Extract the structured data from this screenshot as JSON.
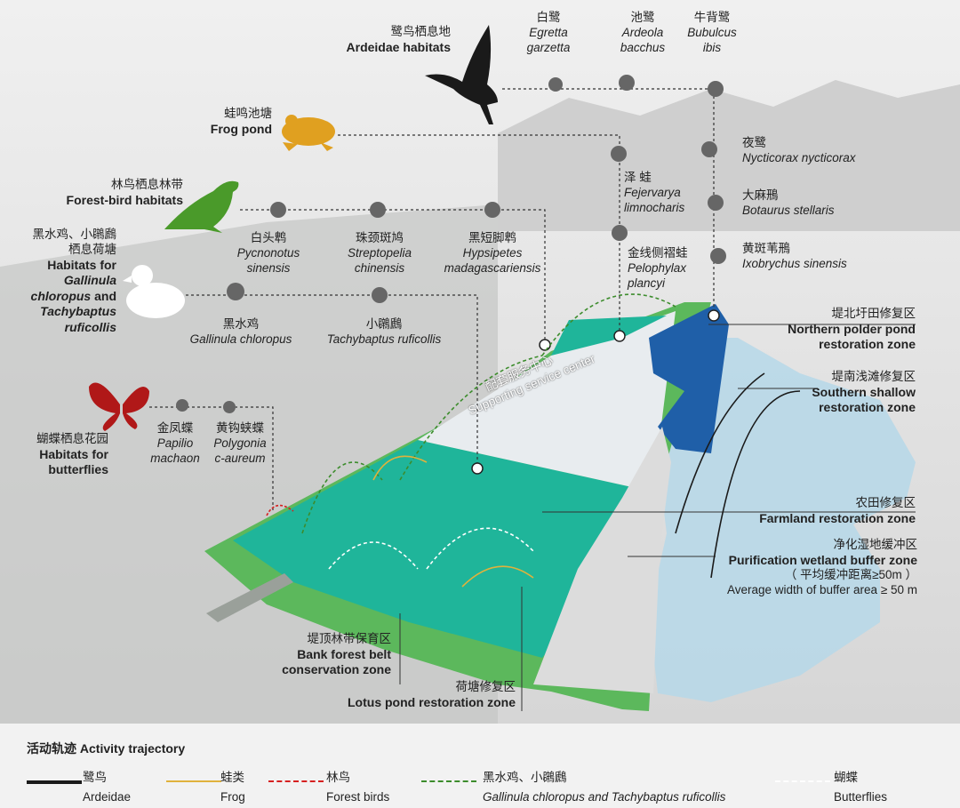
{
  "habitats": {
    "ardeidae": {
      "cn": "鹭鸟栖息地",
      "en": "Ardeidae habitats"
    },
    "frog": {
      "cn": "蛙鸣池塘",
      "en": "Frog pond"
    },
    "forest_bird": {
      "cn": "林鸟栖息林带",
      "en": "Forest-bird habitats"
    },
    "gallinula": {
      "cn": "黑水鸡、小鸊鷉",
      "cn2": "栖息荷塘",
      "en1": "Habitats for",
      "en2": "Gallinula",
      "en3": "chloropus",
      "en4": "and",
      "en5": "Tachybaptus",
      "en6": "ruficollis"
    },
    "butterfly": {
      "cn": "蝴蝶栖息花园",
      "en1": "Habitats for",
      "en2": "butterflies"
    }
  },
  "species": {
    "egretta": {
      "cn": "白鹭",
      "l1": "Egretta",
      "l2": "garzetta"
    },
    "ardeola": {
      "cn": "池鹭",
      "l1": "Ardeola",
      "l2": "bacchus"
    },
    "bubulcus": {
      "cn": "牛背鹭",
      "l1": "Bubulcus",
      "l2": "ibis"
    },
    "nycticorax": {
      "cn": "夜鹭",
      "l1": "Nycticorax nycticorax"
    },
    "botaurus": {
      "cn": "大麻鳽",
      "l1": "Botaurus stellaris"
    },
    "ixobrychus": {
      "cn": "黄斑苇鳽",
      "l1": "Ixobrychus sinensis"
    },
    "fejervarya": {
      "cn": "泽  蛙",
      "l1": "Fejervarya",
      "l2": "limnocharis"
    },
    "pelophylax": {
      "cn": "金线侧褶蛙",
      "l1": "Pelophylax",
      "l2": "plancyi"
    },
    "pycnonotus": {
      "cn": "白头鹎",
      "l1": "Pycnonotus",
      "l2": "sinensis"
    },
    "streptopelia": {
      "cn": "珠颈斑鸠",
      "l1": "Streptopelia",
      "l2": "chinensis"
    },
    "hypsipetes": {
      "cn": "黑短脚鹎",
      "l1": "Hypsipetes",
      "l2": "madagascariensis"
    },
    "gallinula_c": {
      "cn": "黑水鸡",
      "l1": "Gallinula chloropus"
    },
    "tachybaptus": {
      "cn": "小鸊鷉",
      "l1": "Tachybaptus ruficollis"
    },
    "papilio": {
      "cn": "金凤蝶",
      "l1": "Papilio",
      "l2": "machaon"
    },
    "polygonia": {
      "cn": "黄钩蛱蝶",
      "l1": "Polygonia",
      "l2": "c-aureum"
    }
  },
  "zones": {
    "northern": {
      "cn": "堤北圩田修复区",
      "en1": "Northern polder pond",
      "en2": "restoration zone"
    },
    "southern": {
      "cn": "堤南浅滩修复区",
      "en1": "Southern shallow",
      "en2": "restoration zone"
    },
    "farmland": {
      "cn": "农田修复区",
      "en1": "Farmland restoration zone"
    },
    "purification": {
      "cn": "净化湿地缓冲区",
      "en1": "Purification wetland buffer zone",
      "cn2": "（ 平均缓冲距离≥50m ）",
      "en2": "Average width of buffer area ≥ 50 m"
    },
    "bank": {
      "cn": "堤顶林带保育区",
      "en1": "Bank forest belt",
      "en2": "conservation zone"
    },
    "lotus": {
      "cn": "荷塘修复区",
      "en1": "Lotus pond restoration zone"
    },
    "service": {
      "cn": "配套服务中心",
      "en": "Supporting service center"
    }
  },
  "legend": {
    "title": "活动轨迹  Activity trajectory",
    "items": [
      {
        "cn": "鹭鸟",
        "en": "Ardeidae",
        "color": "#1a1a1a"
      },
      {
        "cn": "蛙类",
        "en": "Frog",
        "color": "#e0b23c"
      },
      {
        "cn": "林鸟",
        "en": "Forest birds",
        "color": "#d62020"
      },
      {
        "cn": "黑水鸡、小鸊鷉",
        "en": "Gallinula chloropus and Tachybaptus ruficollis",
        "color": "#3c8c2c"
      },
      {
        "cn": "蝴蝶",
        "en": "Butterflies",
        "color": "#ffffff"
      }
    ]
  },
  "colors": {
    "pond": "#1fb59a",
    "bank": "#5cb85c",
    "polder": "#1f5fa8",
    "buffer": "#b8d8e8",
    "ardeidae": "#1a1a1a",
    "frog": "#e0a020",
    "forest": "#4a9a2a",
    "butterfly": "#b01818"
  }
}
